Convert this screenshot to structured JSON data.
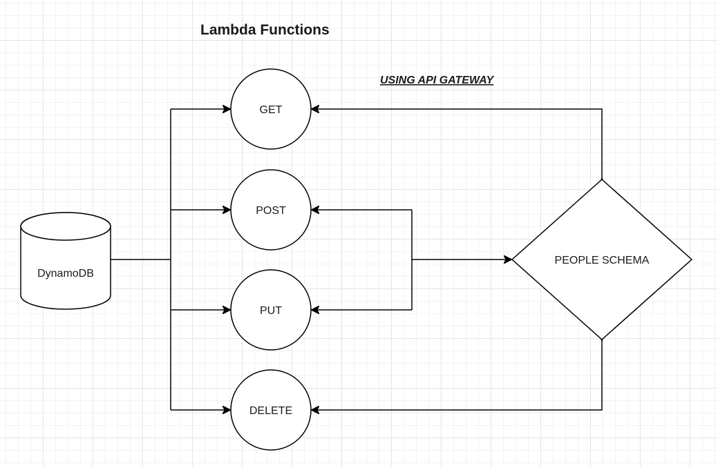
{
  "diagram": {
    "title": "Lambda Functions",
    "annotation": "USING API GATEWAY",
    "database": {
      "label": "DynamoDB"
    },
    "schema": {
      "label": "PEOPLE SCHEMA"
    },
    "functions": [
      {
        "id": "get",
        "label": "GET"
      },
      {
        "id": "post",
        "label": "POST"
      },
      {
        "id": "put",
        "label": "PUT"
      },
      {
        "id": "delete",
        "label": "DELETE"
      }
    ]
  }
}
